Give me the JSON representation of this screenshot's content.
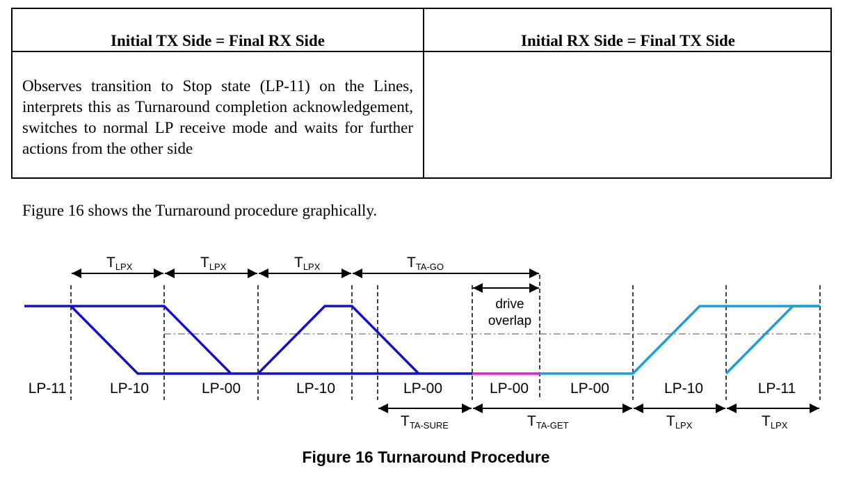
{
  "table": {
    "headers": [
      "Initial TX Side = Final RX Side",
      "Initial RX Side = Final TX Side"
    ],
    "rows": [
      [
        "Observes transition to Stop state (LP-11) on the Lines, interprets this as Turnaround completion acknowledgement, switches to normal LP receive mode and waits for further actions from the other side",
        ""
      ]
    ]
  },
  "paragraph": "Figure 16 shows the Turnaround procedure graphically.",
  "diagram": {
    "state_labels": [
      "LP-11",
      "LP-10",
      "LP-00",
      "LP-10",
      "LP-00",
      "LP-00",
      "LP-00",
      "LP-10",
      "LP-11"
    ],
    "timing_top": [
      {
        "main": "T",
        "sub": "LPX"
      },
      {
        "main": "T",
        "sub": "LPX"
      },
      {
        "main": "T",
        "sub": "LPX"
      },
      {
        "main": "T",
        "sub": "TA-GO"
      }
    ],
    "overlap_label": [
      "drive",
      "overlap"
    ],
    "timing_bottom": [
      {
        "main": "T",
        "sub": "TA-SURE"
      },
      {
        "main": "T",
        "sub": "TA-GET"
      },
      {
        "main": "T",
        "sub": "LPX"
      },
      {
        "main": "T",
        "sub": "LPX"
      }
    ],
    "colors": {
      "initial_tx": "#1010d0",
      "final_tx": "#1a9fd0",
      "overlap": "#e020d0"
    }
  },
  "caption": "Figure 16 Turnaround Procedure"
}
